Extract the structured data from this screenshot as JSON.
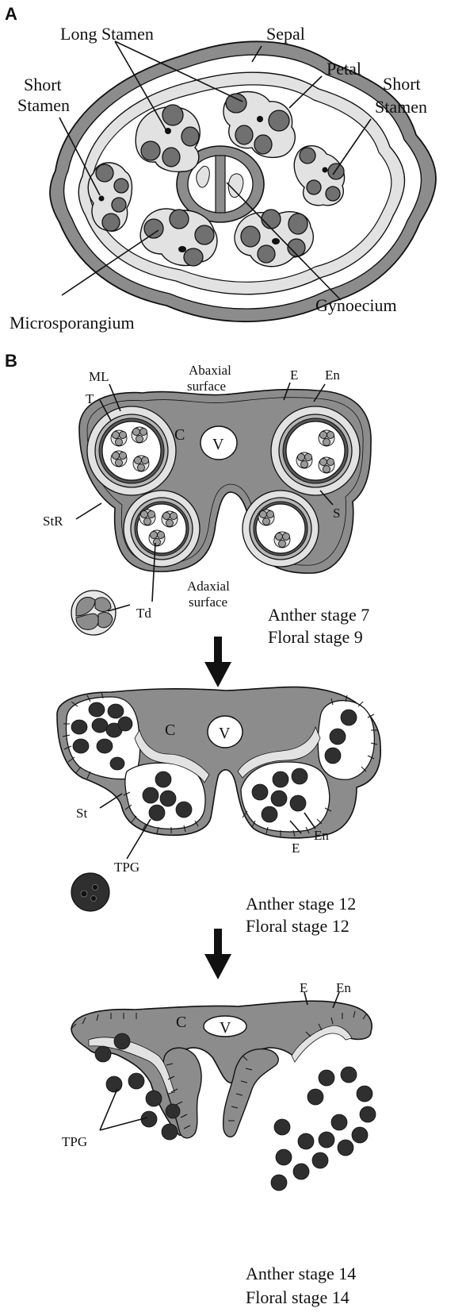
{
  "panel_a": {
    "letter": "A",
    "labels": {
      "long_stamen": "Long Stamen",
      "sepal": "Sepal",
      "petal": "Petal",
      "short_stamen_left_1": "Short",
      "short_stamen_left_2": "Stamen",
      "short_stamen_right_1": "Short",
      "short_stamen_right_2": "Stamen",
      "gynoecium": "Gynoecium",
      "microsporangium": "Microsporangium"
    }
  },
  "panel_b": {
    "letter": "B",
    "stage7": {
      "abaxial_1": "Abaxial",
      "abaxial_2": "surface",
      "adaxial_1": "Adaxial",
      "adaxial_2": "surface",
      "ML": "ML",
      "T": "T",
      "E": "E",
      "En": "En",
      "C": "C",
      "V": "V",
      "StR": "StR",
      "S": "S",
      "Td": "Td",
      "stage_anther": "Anther stage 7",
      "stage_floral": "Floral stage 9"
    },
    "stage12": {
      "C": "C",
      "V": "V",
      "St": "St",
      "TPG": "TPG",
      "E": "E",
      "En": "En",
      "stage_anther": "Anther stage 12",
      "stage_floral": "Floral stage 12"
    },
    "stage14": {
      "E": "E",
      "En": "En",
      "C": "C",
      "V": "V",
      "TPG": "TPG",
      "stage_anther": "Anther stage 14",
      "stage_floral": "Floral stage 14"
    }
  },
  "colors": {
    "dark_gray": "#7a7a7a",
    "mid_gray": "#9a9a9a",
    "light_gray": "#e0e0e0",
    "pollen_dark": "#2f2f2f",
    "outline": "#111111"
  }
}
